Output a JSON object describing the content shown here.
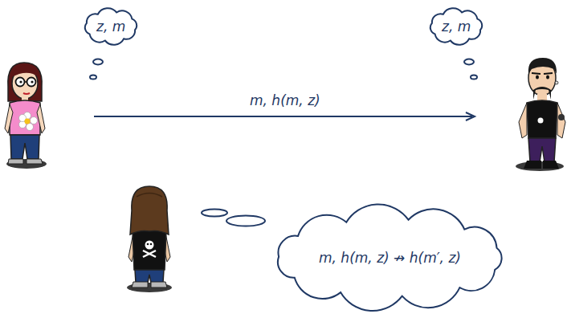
{
  "diagram": {
    "nodes": [
      {
        "text": [
          "z, m"
        ]
      },
      {
        "text": [
          "z, m"
        ]
      },
      {
        "text": [
          "m, h(m, z) ↛ h(m′, z)"
        ]
      }
    ],
    "labels": [
      "m, h(m, z)"
    ]
  }
}
